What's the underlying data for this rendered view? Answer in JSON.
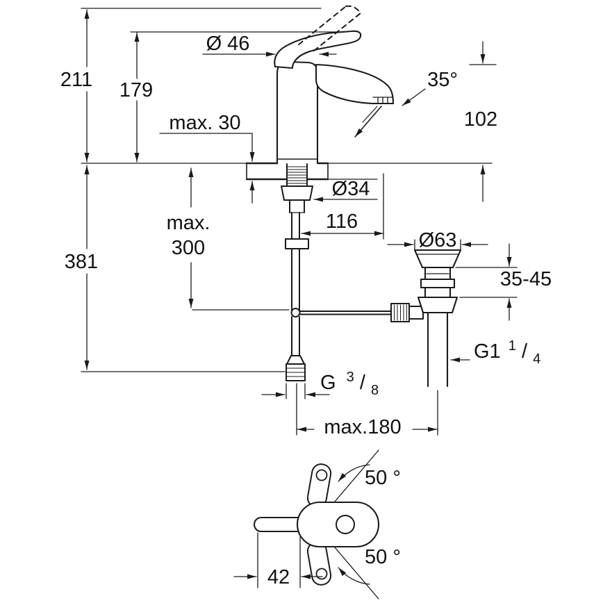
{
  "page": {
    "background": "#ffffff",
    "ink": "#1a1a1a"
  },
  "drawing": {
    "dims": {
      "height_total": "211",
      "height_to_spout_top": "179",
      "body_diameter": "Ø 46",
      "stream_angle": "35°",
      "spout_height": "102",
      "deck_thickness_max": "max. 30",
      "depth_below_total": "381",
      "hose_length_max_line1": "max.",
      "hose_length_max_line2": "300",
      "spout_reach": "116",
      "hole_diameter": "Ø34",
      "waste_flange_diameter": "Ø63",
      "waste_adjust_range": "35-45",
      "waste_thread": {
        "main": "G1",
        "sup": "1",
        "slash": "/",
        "sub": "4"
      },
      "supply_thread": {
        "main": "G",
        "sup": "3",
        "slash": "/",
        "sub": "8"
      },
      "center_distance_max": "max.180",
      "handle_swivel_up": "50 °",
      "handle_swivel_down": "50 °",
      "handle_width": "42"
    }
  }
}
